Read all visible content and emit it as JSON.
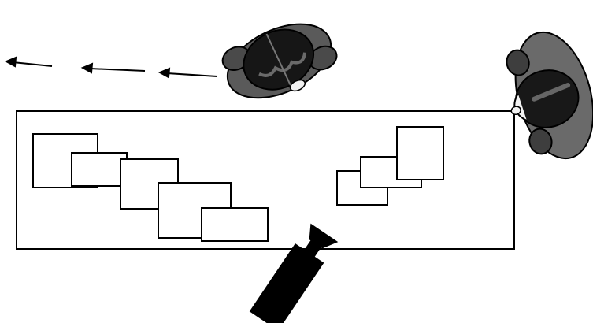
{
  "scene": {
    "background": "#ffffff",
    "ink": "#000000",
    "hair_color": "#1a1a1a",
    "body_color": "#5a5a5a",
    "skin_color": "#f2f2f2",
    "elements": [
      {
        "kind": "table",
        "icon": "table-outline"
      },
      {
        "kind": "paper-stack-left",
        "count": 5
      },
      {
        "kind": "paper-stack-right",
        "count": 3
      },
      {
        "kind": "person-walking",
        "icon": "person-topdown-icon"
      },
      {
        "kind": "person-seated",
        "icon": "person-topdown-icon"
      },
      {
        "kind": "camera",
        "icon": "camera-icon"
      },
      {
        "kind": "motion-arrows",
        "count": 3
      }
    ]
  }
}
